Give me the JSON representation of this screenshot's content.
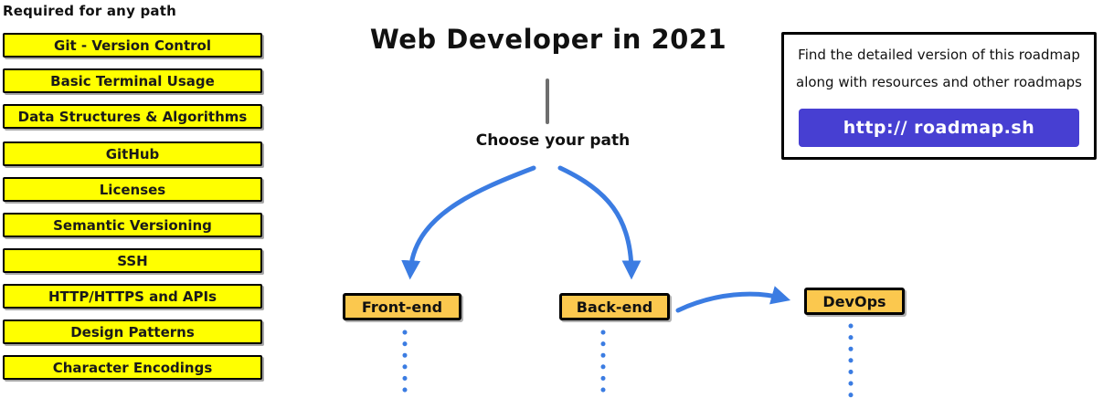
{
  "colors": {
    "topic_yellow": "#FFFF00",
    "path_orange": "#FBC84E",
    "arrow_blue": "#3B7CE2",
    "button_purple": "#473FD2",
    "connector_gray": "#6E6E6E",
    "border_black": "#000000"
  },
  "sidebar": {
    "title": "Required for any path",
    "items": [
      {
        "label": "Git - Version Control"
      },
      {
        "label": "Basic Terminal Usage"
      },
      {
        "label": "Data Structures & Algorithms"
      },
      {
        "label": "GitHub"
      },
      {
        "label": "Licenses"
      },
      {
        "label": "Semantic Versioning"
      },
      {
        "label": "SSH"
      },
      {
        "label": "HTTP/HTTPS and APIs"
      },
      {
        "label": "Design Patterns"
      },
      {
        "label": "Character Encodings"
      }
    ]
  },
  "main": {
    "title": "Web Developer in 2021",
    "subtitle": "Choose your path",
    "paths": [
      {
        "label": "Front-end"
      },
      {
        "label": "Back-end"
      },
      {
        "label": "DevOps"
      }
    ]
  },
  "info_box": {
    "line1": "Find the detailed version of this roadmap",
    "line2": "along with resources and other roadmaps",
    "button_label": "http:// roadmap.sh"
  }
}
